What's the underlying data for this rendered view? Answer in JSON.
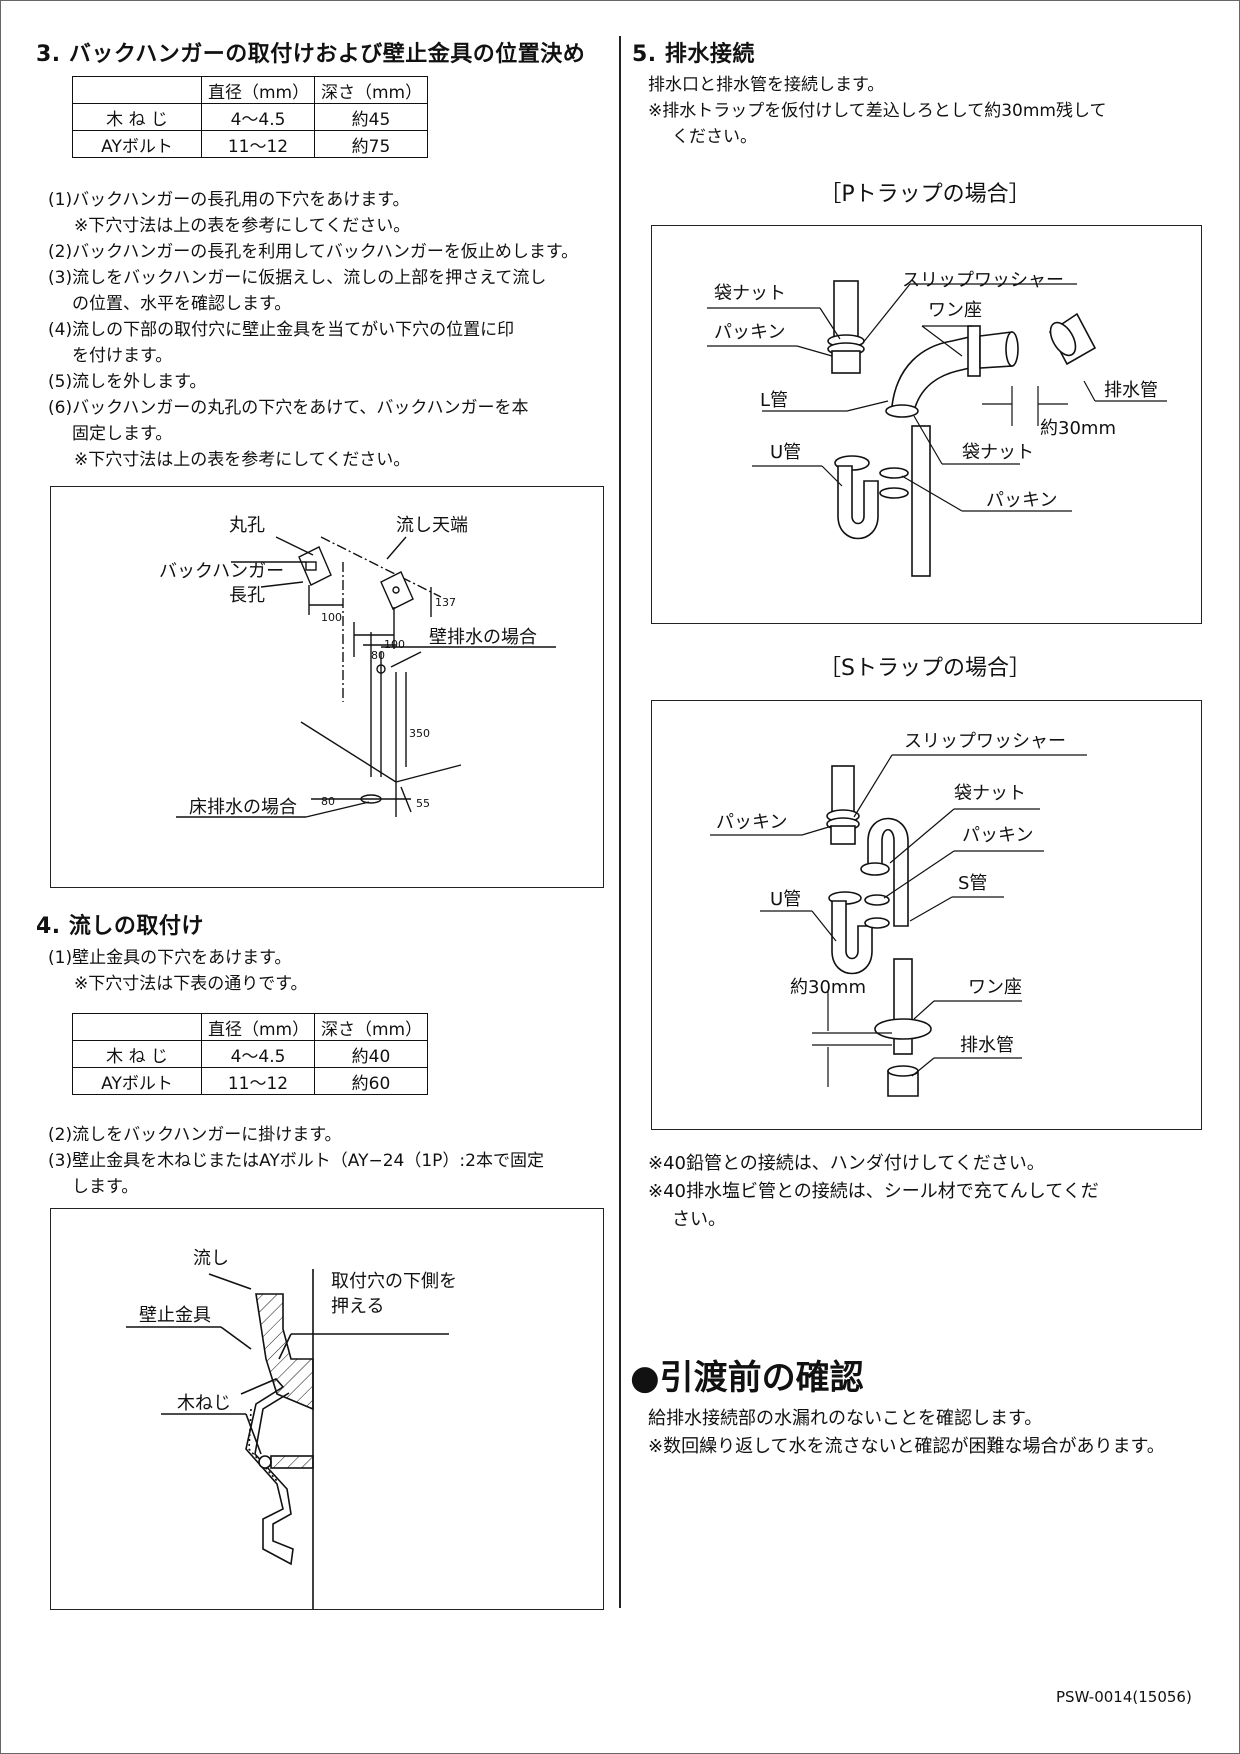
{
  "sec3": {
    "heading": "3. バックハンガーの取付けおよび壁止金具の位置決め",
    "table": {
      "headers": [
        "",
        "直径（mm）",
        "深さ（mm）"
      ],
      "rows": [
        [
          "木 ね じ",
          "4～4.5",
          "約45"
        ],
        [
          "AYボルト",
          "11～12",
          "約75"
        ]
      ]
    },
    "steps": [
      "(1)バックハンガーの長孔用の下穴をあけます。",
      "※下穴寸法は上の表を参考にしてください。",
      "(2)バックハンガーの長孔を利用してバックハンガーを仮止めします。",
      "(3)流しをバックハンガーに仮据えし、流しの上部を押さえて流し",
      "の位置、水平を確認します。",
      "(4)流しの下部の取付穴に壁止金具を当てがい下穴の位置に印",
      "を付けます。",
      "(5)流しを外します。",
      "(6)バックハンガーの丸孔の下穴をあけて、バックハンガーを本",
      "固定します。",
      "※下穴寸法は上の表を参考にしてください。"
    ],
    "diagram": {
      "round_hole": "丸孔",
      "sink_top": "流し天端",
      "back_hanger": "バックハンガー",
      "long_hole": "長孔",
      "wall_drain": "壁排水の場合",
      "floor_drain": "床排水の場合",
      "dim_100a": "100",
      "dim_100b": "100",
      "dim_137": "137",
      "dim_80a": "80",
      "dim_350": "350",
      "dim_80b": "80",
      "dim_55": "55"
    }
  },
  "sec4": {
    "heading": "4. 流しの取付け",
    "steps_a": [
      "(1)壁止金具の下穴をあけます。",
      "※下穴寸法は下表の通りです。"
    ],
    "table": {
      "headers": [
        "",
        "直径（mm）",
        "深さ（mm）"
      ],
      "rows": [
        [
          "木 ね じ",
          "4～4.5",
          "約40"
        ],
        [
          "AYボルト",
          "11～12",
          "約60"
        ]
      ]
    },
    "steps_b": [
      "(2)流しをバックハンガーに掛けます。",
      "(3)壁止金具を木ねじまたはAYボルト（AY−24（1P）:2本で固定",
      "します。"
    ],
    "diagram": {
      "sink": "流し",
      "press_line1": "取付穴の下側を",
      "press_line2": "押える",
      "wall_bracket": "壁止金具",
      "wood_screw": "木ねじ"
    }
  },
  "sec5": {
    "heading": "5. 排水接続",
    "intro": [
      "排水口と排水管を接続します。",
      "※排水トラップを仮付けして差込しろとして約30mm残して",
      "ください。"
    ],
    "p_title": "［Pトラップの場合］",
    "p_diagram": {
      "bag_nut_top": "袋ナット",
      "slip_washer": "スリップワッシャー",
      "packing_top": "パッキン",
      "one_seat": "ワン座",
      "drain_pipe": "排水管",
      "l_pipe": "L管",
      "approx_30": "約30mm",
      "bag_nut_bottom": "袋ナット",
      "u_pipe": "U管",
      "packing_bottom": "パッキン"
    },
    "s_title": "［Sトラップの場合］",
    "s_diagram": {
      "slip_washer": "スリップワッシャー",
      "bag_nut": "袋ナット",
      "packing_left": "パッキン",
      "packing_right": "パッキン",
      "u_pipe": "U管",
      "s_pipe": "S管",
      "approx_30": "約30mm",
      "one_seat": "ワン座",
      "drain_pipe": "排水管"
    },
    "notes": [
      "※40鉛管との接続は、ハンダ付けしてください。",
      "※40排水塩ビ管との接続は、シール材で充てんしてくだ",
      "さい。"
    ]
  },
  "check": {
    "heading": "●引渡前の確認",
    "lines": [
      "給排水接続部の水漏れのないことを確認します。",
      "※数回繰り返して水を流さないと確認が困難な場合があります。"
    ]
  },
  "footer": {
    "code": "PSW-0014(15056)"
  }
}
